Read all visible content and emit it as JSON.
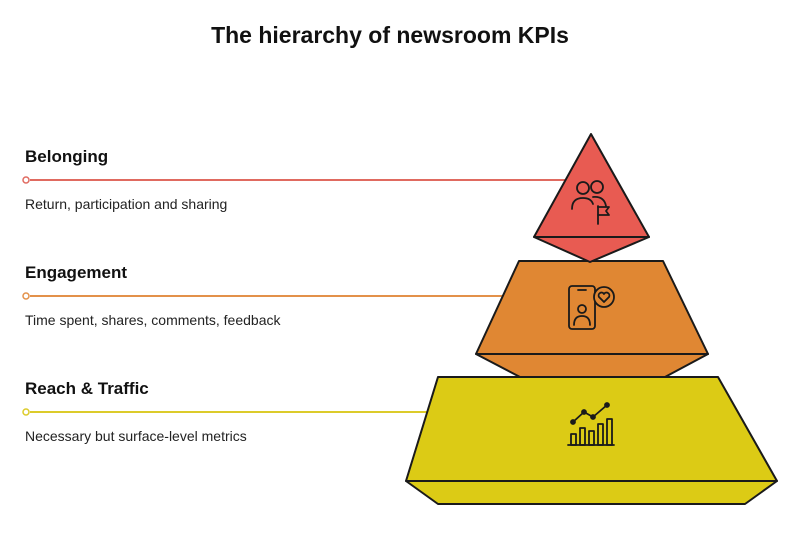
{
  "title": "The hierarchy of newsroom KPIs",
  "levels": [
    {
      "name": "Belonging",
      "description": "Return, participation and sharing",
      "color": "#E85B52",
      "line_color": "#E06A60",
      "icon": "people-flag-icon"
    },
    {
      "name": "Engagement",
      "description": "Time spent, shares, comments, feedback",
      "color": "#E08733",
      "line_color": "#E3914A",
      "icon": "phone-heart-icon"
    },
    {
      "name": "Reach & Traffic",
      "description": "Necessary but surface-level metrics",
      "color": "#DCCB15",
      "line_color": "#DCCB2A",
      "icon": "chart-growth-icon"
    }
  ]
}
